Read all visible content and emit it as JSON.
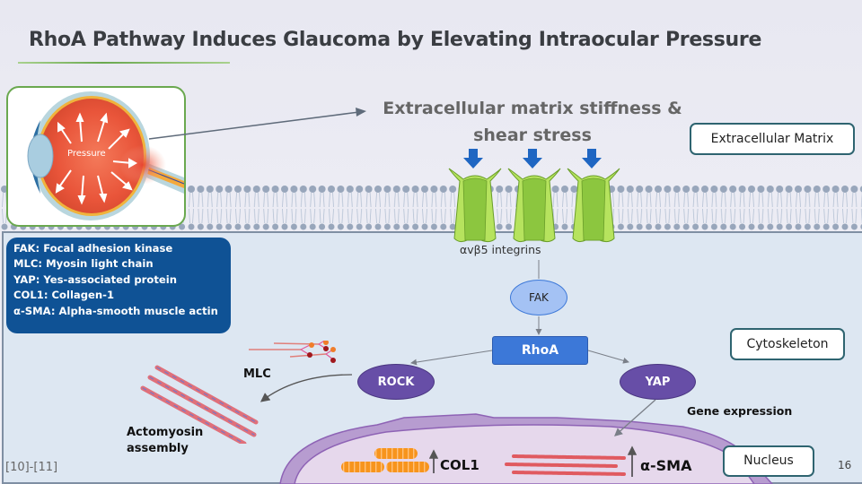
{
  "slide": {
    "title": "RhoA Pathway Induces Glaucoma by Elevating Intraocular Pressure",
    "page_number": "16",
    "references": "[10]-[11]"
  },
  "eye_image": {
    "label": "Pressure"
  },
  "ecm": {
    "heading_line1": "Extracellular matrix stiffness &",
    "heading_line2": "shear stress",
    "region_label": "Extracellular Matrix"
  },
  "integrins": {
    "label": "αvβ5 integrins",
    "count": 3
  },
  "abbreviations": [
    "FAK: Focal adhesion kinase",
    "MLC: Myosin light chain",
    "YAP: Yes-associated protein",
    "COL1: Collagen-1",
    "α-SMA: Alpha-smooth muscle actin"
  ],
  "pathway": {
    "fak": "FAK",
    "rhoa": "RhoA",
    "rock": "ROCK",
    "yap": "YAP"
  },
  "cytoskeleton": {
    "region_label": "Cytoskeleton",
    "mlc_label": "MLC",
    "actomyosin_line1": "Actomyosin",
    "actomyosin_line2": "assembly"
  },
  "nucleus": {
    "region_label": "Nucleus",
    "gene_expression_label": "Gene expression",
    "col1_label": "COL1",
    "asma_label": "α-SMA"
  },
  "colors": {
    "title": "#3a3d42",
    "abbrev_box": "#0f5295",
    "rhoa": "#3c78d8",
    "fak": "#a4c2f4",
    "rock_yap": "#674ea7",
    "integrin_light": "#b6e35e",
    "integrin_dark": "#8cc63f",
    "force_arrows": "#1f66c2",
    "nucleus_fill": "#e6d8ec",
    "nucleus_border": "#8e63b5",
    "eye_box_border": "#6aa84f"
  }
}
